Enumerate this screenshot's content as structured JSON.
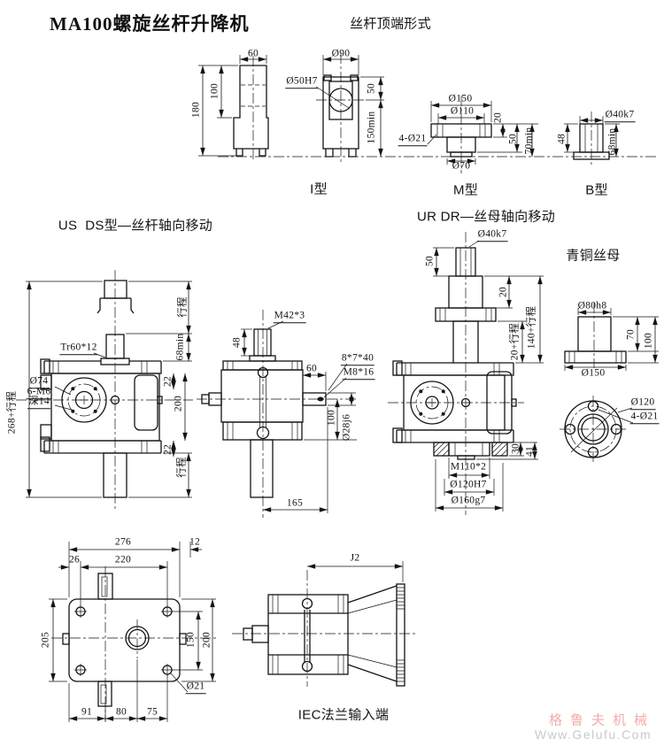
{
  "title": "MA100螺旋丝杆升降机",
  "top_section": {
    "heading": "丝杆顶端形式",
    "detail_view": {
      "d60": "60",
      "d100": "100",
      "d180": "180",
      "bore": "Ø50H7"
    },
    "i_type": {
      "label": "I型",
      "d90": "Ø90",
      "d50": "50",
      "d150min": "150min"
    },
    "m_type": {
      "label": "M型",
      "d150": "Ø150",
      "d110": "Ø110",
      "d20": "20",
      "d50": "50",
      "d70min": "70min",
      "holes": "4-Ø21",
      "d70": "Ø70"
    },
    "b_type": {
      "label": "B型",
      "d40k7": "Ø40k7",
      "d48": "48",
      "d68min": "68min"
    }
  },
  "us_ds": {
    "heading": "US  DS型—丝杆轴向移动",
    "stroke_top": "行程",
    "d68min": "68min",
    "thread": "Tr60*12",
    "d74": "Ø74",
    "m6": "6-M6",
    "depth14": "深14",
    "d22_top": "22",
    "d200": "200",
    "d22_bottom": "22",
    "stroke_bottom": "行程",
    "total": "268+行程"
  },
  "worm": {
    "m42": "M42*3",
    "d48": "48",
    "d60": "60",
    "key": "8*7*40",
    "m8": "M8*16",
    "d100": "100",
    "shaft": "Ø28j6",
    "d165": "165"
  },
  "ur_dr": {
    "heading": "UR DR—丝母轴向移动",
    "d40k7": "Ø40k7",
    "d50": "50",
    "d20": "20",
    "stroke20": "20+行程",
    "stroke140": "140+行程",
    "d30": "30",
    "d41": "41",
    "m110": "M110*2",
    "d120h7": "Ø120H7",
    "d160g7": "Ø160g7"
  },
  "bronze_nut": {
    "heading": "青铜丝母",
    "d80h8": "Ø80h8",
    "d70": "70",
    "d100": "100",
    "d150": "Ø150",
    "d120": "Ø120",
    "holes": "4-Ø21"
  },
  "base_view": {
    "d276": "276",
    "d12": "12",
    "d26": "26",
    "d220": "220",
    "d205": "205",
    "d150": "150",
    "d200": "200",
    "hole": "Ø21",
    "d91": "91",
    "d80": "80",
    "d75": "75"
  },
  "iec": {
    "j2": "J2",
    "label": "IEC法兰输入端"
  },
  "watermark": {
    "brand": "格鲁夫机械",
    "url": "Www.Gelufu.Com"
  },
  "colors": {
    "ink": "#141414",
    "watermark_brand": "#efadad",
    "watermark_url": "#c9c9c9"
  }
}
